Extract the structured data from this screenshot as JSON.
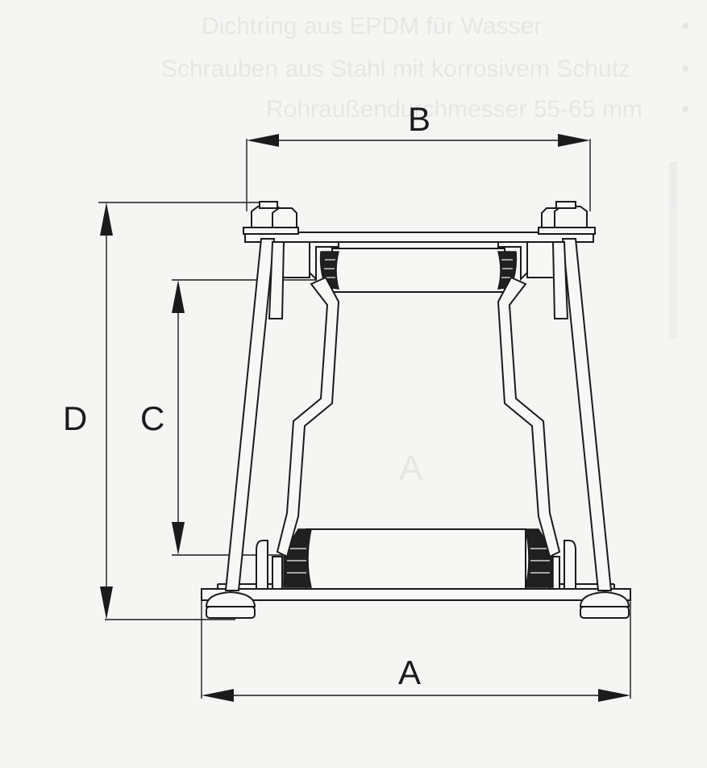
{
  "background_text": {
    "bullet": "•",
    "lines": [
      "Dichtring aus EPDM für Wasser",
      "Schrauben aus Stahl mit korrosivem Schutz",
      "Rohraußendurchmesser 55-65 mm"
    ],
    "ghost_letter": "A"
  },
  "dimensions": {
    "A": "A",
    "B": "B",
    "C": "C",
    "D": "D"
  },
  "colors": {
    "ink": "#1b1b1b",
    "paper": "#f5f5f4",
    "seal": "#202020"
  }
}
